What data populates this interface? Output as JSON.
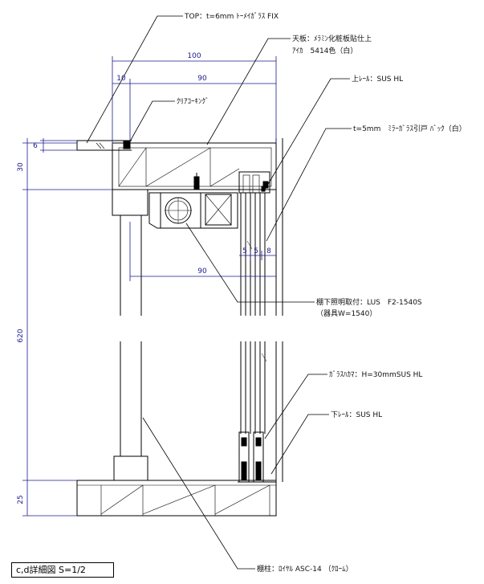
{
  "title": "c,d詳細図 S=1/2",
  "dimensions": {
    "top_overall": "100",
    "top_left": "10",
    "top_right": "90",
    "left_6": "6",
    "left_30": "30",
    "left_620": "620",
    "left_25": "25",
    "rail_5a": "5",
    "rail_5b": "5",
    "rail_8": "8",
    "under_90": "90"
  },
  "annotations": {
    "top_glass": "TOP：t=6mm ﾄｰﾒｲｶﾞﾗｽ FIX",
    "top_board_1": "天板：ﾒﾗﾐﾝ化粧板貼仕上",
    "top_board_2": "ｱｲｶ　5414色（白）",
    "upper_rail": "上ﾚｰﾙ：SUS HL",
    "mirror_glass": "t=5mm　ﾐﾗｰｶﾞﾗｽ引戸 ﾊﾞｯｸ（白）",
    "clear_caulk": "ｸﾘｱｺｰｷﾝｸﾞ",
    "light_1": "棚下照明取付：LUS　F2-1540S",
    "light_2": "（器具W=1540）",
    "glass_holder": "ｶﾞﾗｽﾊｶﾏ：H=30mmSUS HL",
    "lower_rail": "下ﾚｰﾙ：SUS HL",
    "post": "棚柱：ﾛｲﾔﾙ ASC-14 （ｸﾛｰﾑ）"
  },
  "colors": {
    "dimension": "#1a1a8c",
    "line": "#000000"
  }
}
